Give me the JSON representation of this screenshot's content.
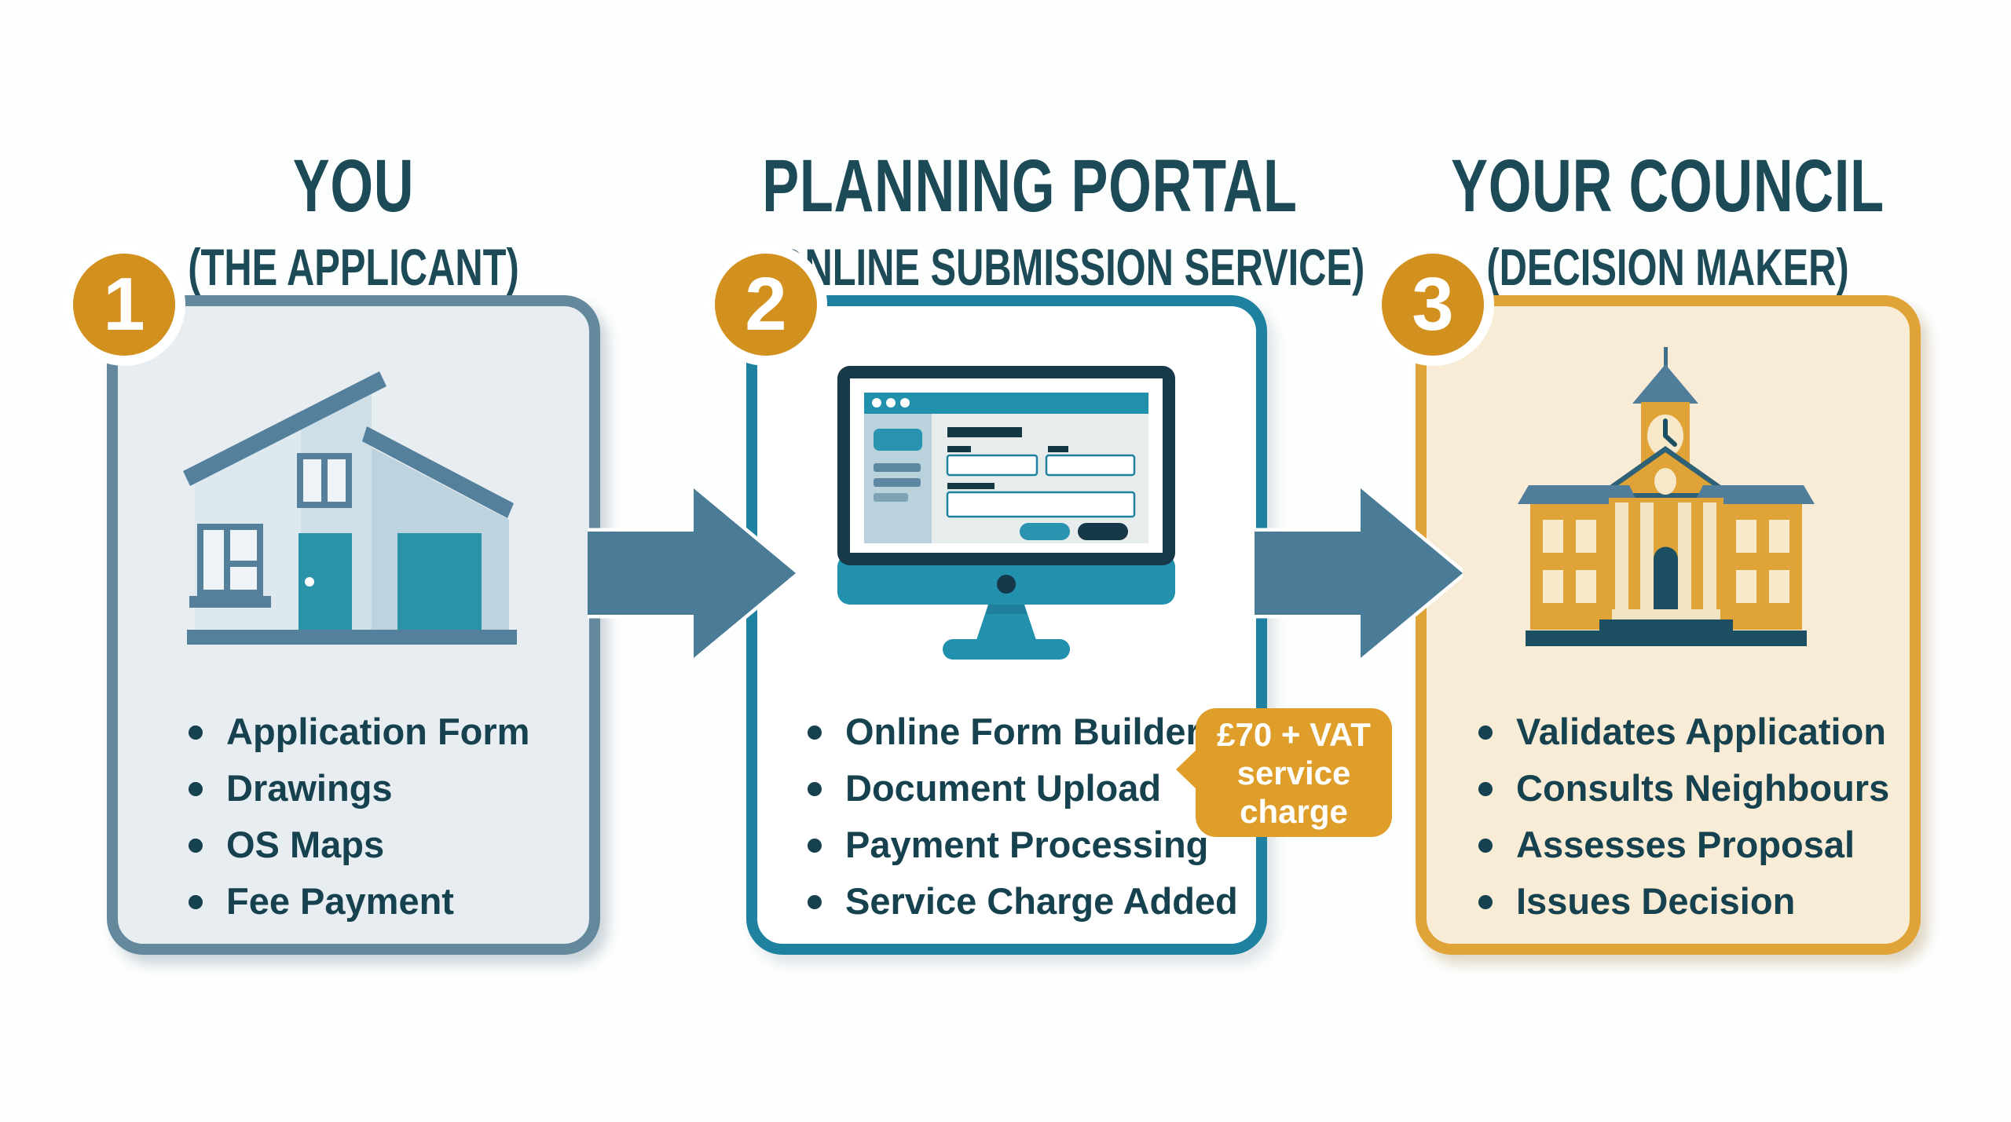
{
  "page": {
    "background": "#fdfefe",
    "heading_color": "#1d4a57",
    "list_text_color": "#16414e"
  },
  "columns": [
    {
      "id": "applicant",
      "number": "1",
      "title": "YOU",
      "subtitle": "(THE APPLICANT)",
      "icon": "house-icon",
      "items": [
        "Application Form",
        "Drawings",
        "OS Maps",
        "Fee Payment"
      ],
      "colors": {
        "border": "#64899d",
        "fill": "#e8edf2",
        "badge": "#d2901f"
      }
    },
    {
      "id": "planning-portal",
      "number": "2",
      "title": "PLANNING PORTAL",
      "subtitle": "(ONLINE SUBMISSION SERVICE)",
      "icon": "monitor-icon",
      "items": [
        "Online Form Builder",
        "Document Upload",
        "Payment Processing",
        "Service Charge Added"
      ],
      "colors": {
        "border": "#1e81a0",
        "fill": "#ffffff",
        "badge": "#d2901f"
      },
      "callout": {
        "lines": [
          "£70 + VAT",
          "service",
          "charge"
        ],
        "color": "#df9d29",
        "text_color": "#ffffff"
      }
    },
    {
      "id": "council",
      "number": "3",
      "title": "YOUR COUNCIL",
      "subtitle": "(DECISION MAKER)",
      "icon": "council-building-icon",
      "items": [
        "Validates Application",
        "Consults Neighbours",
        "Assesses Proposal",
        "Issues Decision"
      ],
      "colors": {
        "border": "#dfa338",
        "fill": "#f9ecd6",
        "badge": "#d2901f"
      }
    }
  ],
  "arrows": {
    "color": "#4a7b97"
  }
}
